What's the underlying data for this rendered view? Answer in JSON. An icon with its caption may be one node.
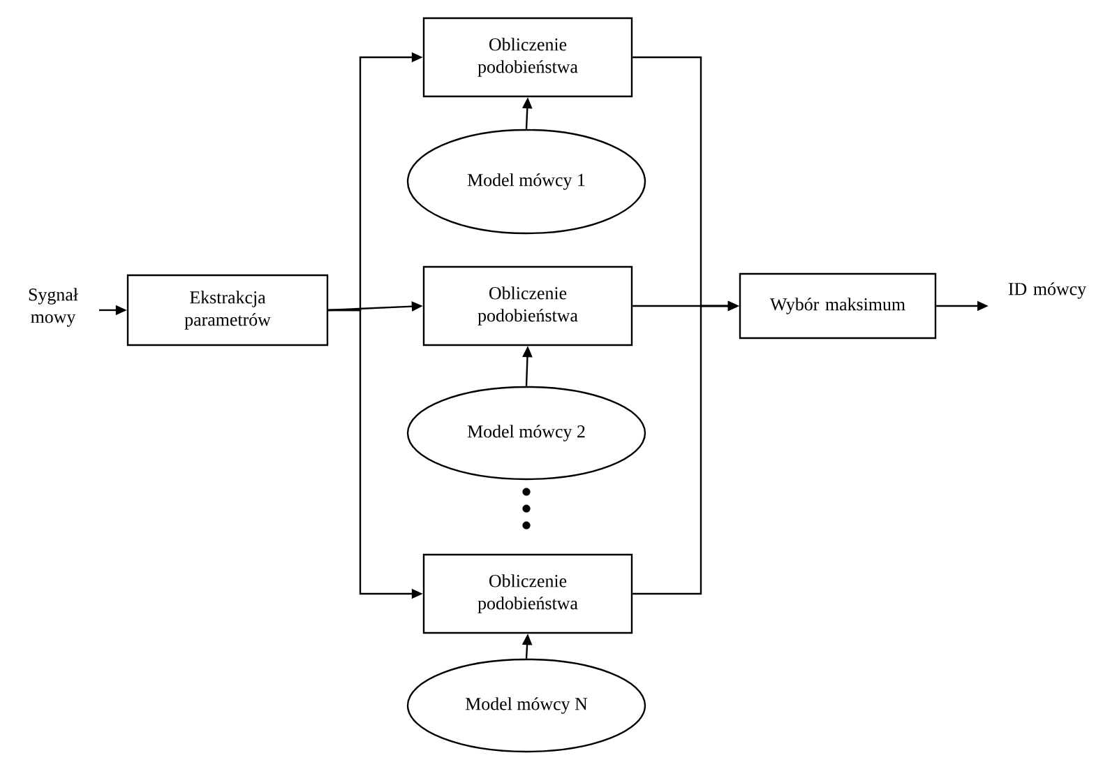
{
  "diagram": {
    "nodes": [
      {
        "text": [
          "Sygnał mowy"
        ]
      },
      {
        "text": [
          "Ekstrakcja parametrów"
        ]
      },
      {
        "text": [
          "Obliczenie podobieństwa"
        ]
      },
      {
        "text": [
          "Model mówcy 1"
        ]
      },
      {
        "text": [
          "Obliczenie podobieństwa"
        ]
      },
      {
        "text": [
          "Model mówcy 2"
        ]
      },
      {
        "text": [
          "Obliczenie podobieństwa"
        ]
      },
      {
        "text": [
          "Model mówcy N"
        ]
      },
      {
        "text": [
          "Wybór maksimum"
        ]
      },
      {
        "text": [
          "ID mówcy"
        ]
      }
    ],
    "edges": [
      {
        "from": 0,
        "to": 1,
        "arrow": "to"
      },
      {
        "from": 1,
        "to": 2,
        "arrow": "to"
      },
      {
        "from": 1,
        "to": 4,
        "arrow": "to"
      },
      {
        "from": 1,
        "to": 6,
        "arrow": "to"
      },
      {
        "from": 3,
        "to": 2,
        "arrow": "to"
      },
      {
        "from": 5,
        "to": 4,
        "arrow": "to"
      },
      {
        "from": 7,
        "to": 6,
        "arrow": "to"
      },
      {
        "from": 2,
        "to": 8,
        "arrow": "to"
      },
      {
        "from": 4,
        "to": 8,
        "arrow": "to"
      },
      {
        "from": 6,
        "to": 8,
        "arrow": "to"
      },
      {
        "from": 8,
        "to": 9,
        "arrow": "to"
      }
    ]
  }
}
